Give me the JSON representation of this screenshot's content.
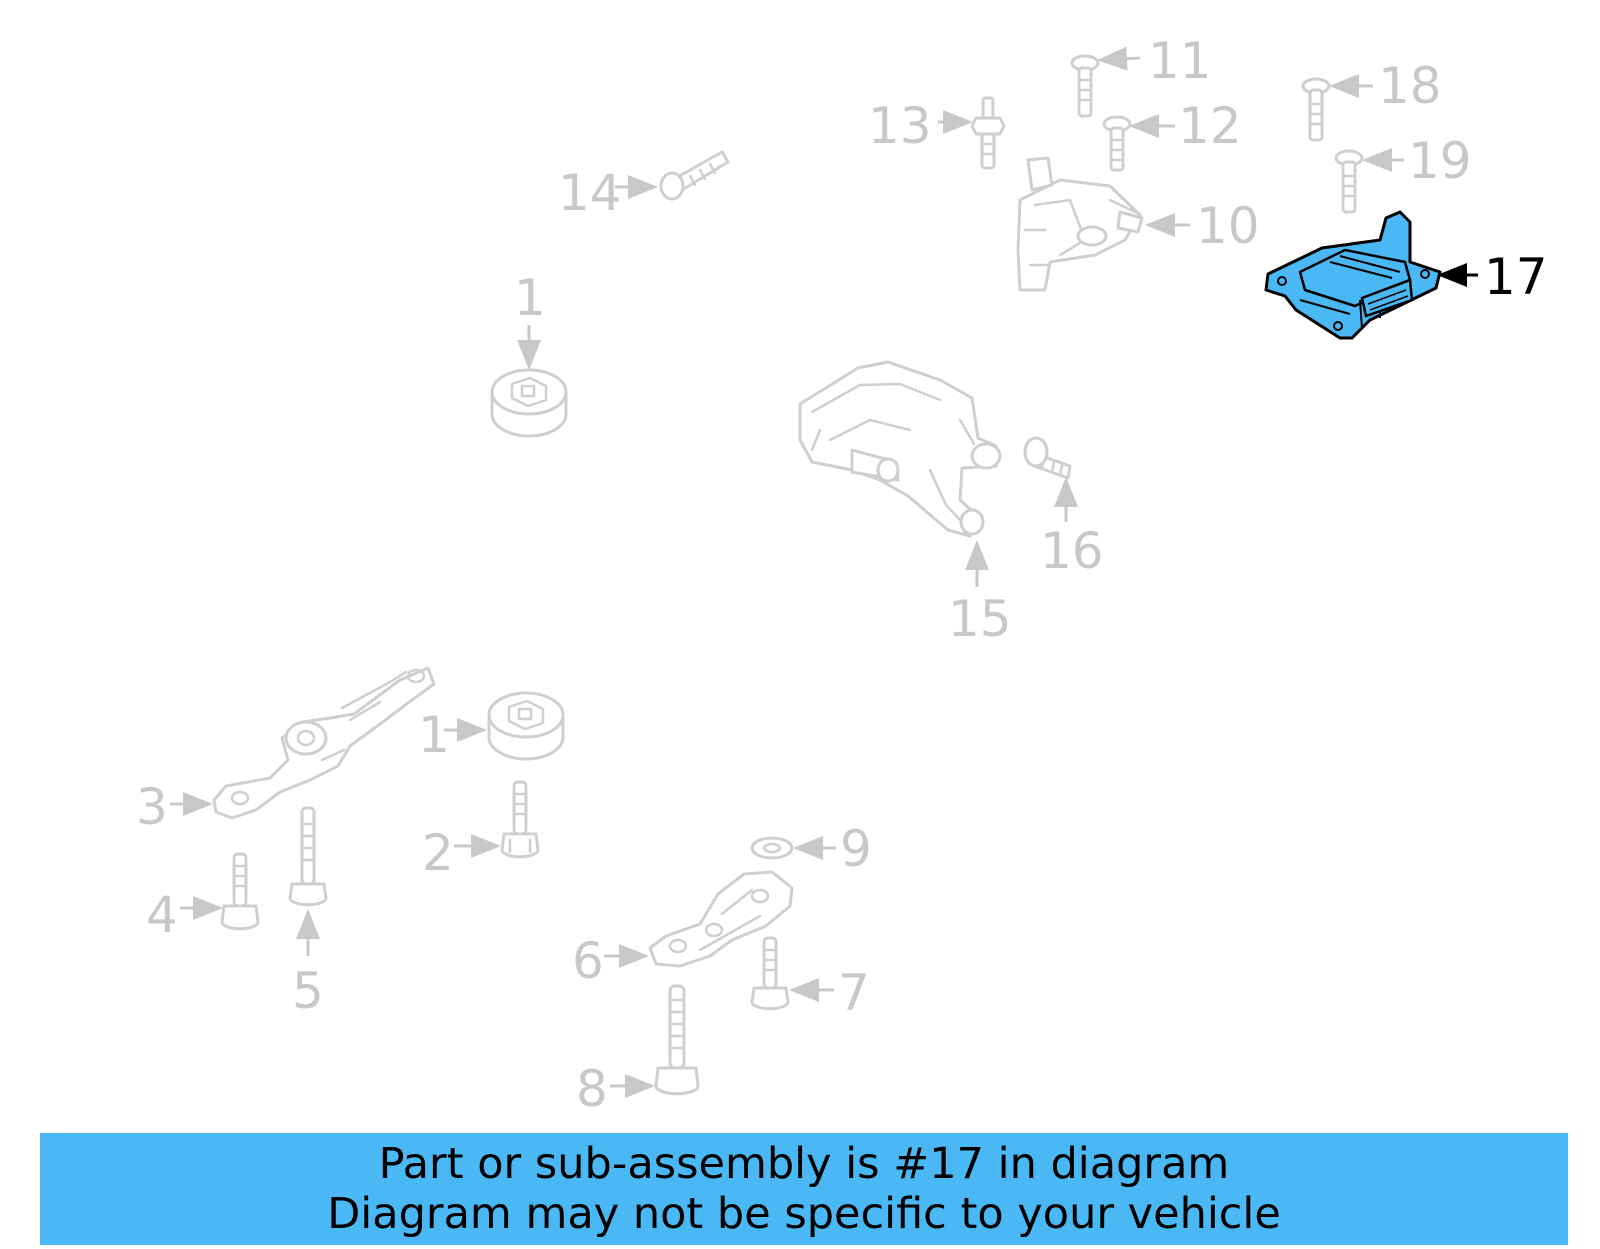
{
  "callouts": {
    "c1a": "1",
    "c1b": "1",
    "c2": "2",
    "c3": "3",
    "c4": "4",
    "c5": "5",
    "c6": "6",
    "c7": "7",
    "c8": "8",
    "c9": "9",
    "c10": "10",
    "c11": "11",
    "c12": "12",
    "c13": "13",
    "c14": "14",
    "c15": "15",
    "c16": "16",
    "c17": "17",
    "c18": "18",
    "c19": "19"
  },
  "highlight": {
    "part_number": "17",
    "color": "#4ab8f5"
  },
  "banner": {
    "line1": "Part or sub-assembly is #17 in diagram",
    "line2": "Diagram may not be specific to your vehicle",
    "background": "#4ab8f5"
  }
}
